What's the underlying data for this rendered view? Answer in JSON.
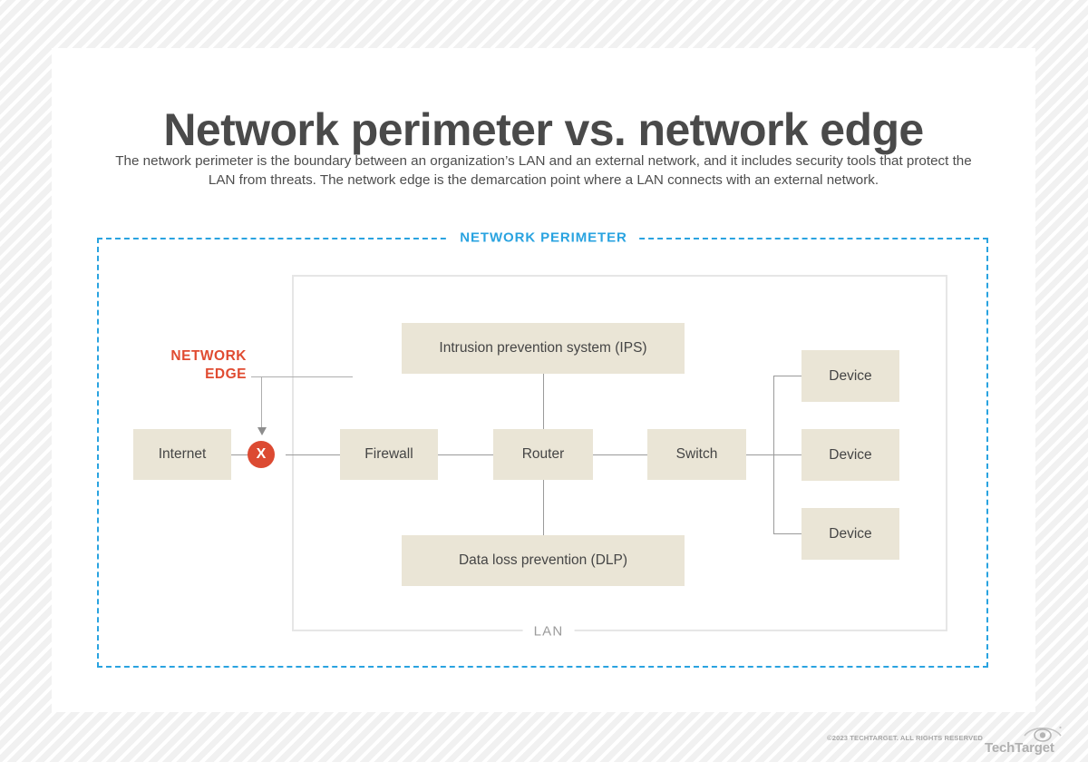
{
  "page": {
    "title": "Network perimeter vs. network edge",
    "subtitle": "The network perimeter is the boundary between an organization’s LAN and an external network, and it includes security tools that protect the LAN from threats. The network edge is the demarcation point where a LAN connects with an external network."
  },
  "diagram": {
    "perimeter_label": "NETWORK PERIMETER",
    "lan_label": "LAN",
    "edge_label_line1": "NETWORK",
    "edge_label_line2": "EDGE",
    "x_marker": "X",
    "nodes": {
      "internet": "Internet",
      "firewall": "Firewall",
      "router": "Router",
      "switch": "Switch",
      "ips": "Intrusion prevention system (IPS)",
      "dlp": "Data loss prevention (DLP)",
      "device1": "Device",
      "device2": "Device",
      "device3": "Device"
    },
    "colors": {
      "perimeter_blue": "#29a3e0",
      "edge_red": "#e04b31",
      "marker_red": "#dc4a32",
      "node_fill": "#eae5d6",
      "lan_border": "#e6e6e6",
      "connector": "#9a9a9a"
    }
  },
  "footer": {
    "copyright": "©2023 TECHTARGET. ALL RIGHTS RESERVED",
    "brand": "TechTarget"
  }
}
